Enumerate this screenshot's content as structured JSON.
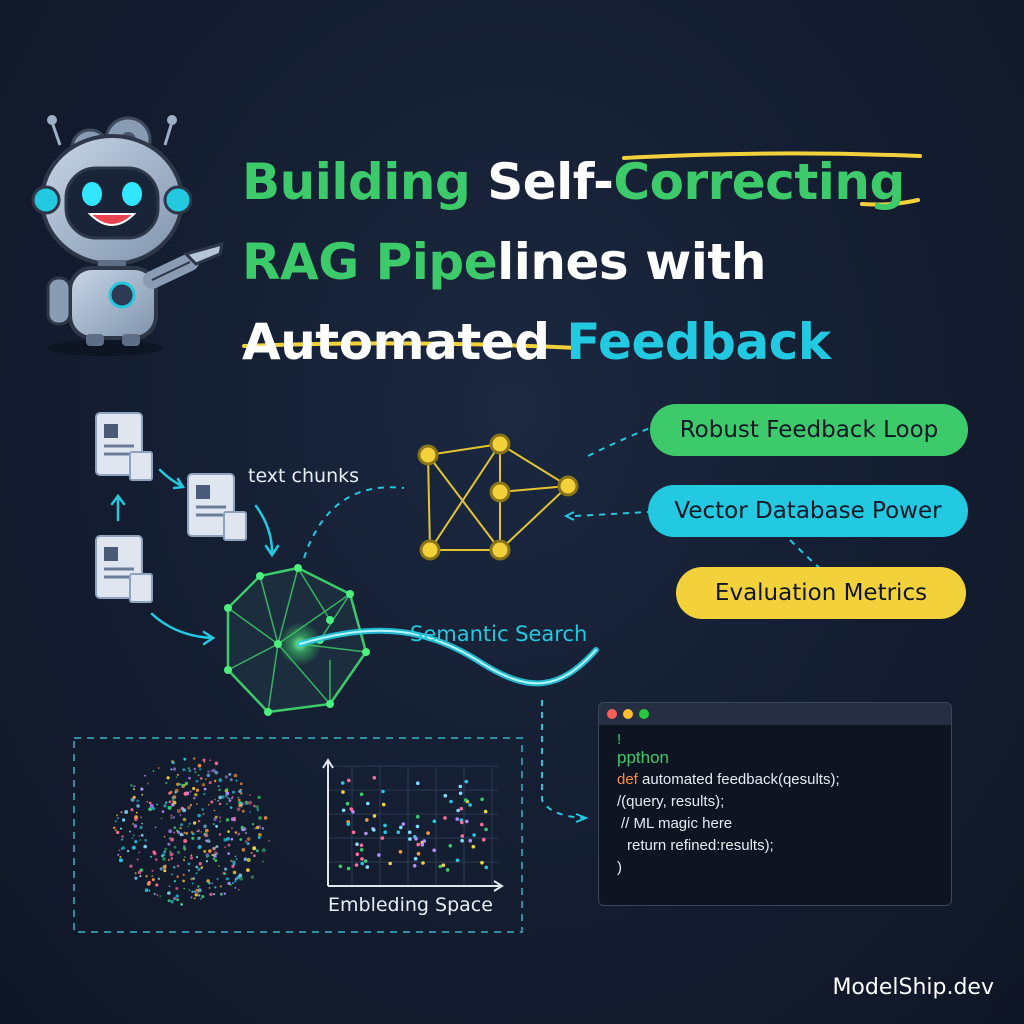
{
  "title": {
    "line1_a": "Building",
    "line1_b": " Self-",
    "line1_c": "Correcting",
    "line2_a": "RAG Pipe",
    "line2_b": "lines with",
    "line3_a": "Automated",
    "line3_b": " Feedback"
  },
  "labels": {
    "text_chunks": "text chunks",
    "semantic_search": "Semantic Search",
    "embedding_space": "Embleding Space"
  },
  "pills": [
    {
      "label": "Robust Feedback Loop",
      "color": "#3dca6a"
    },
    {
      "label": "Vector Database Power",
      "color": "#22c9e0"
    },
    {
      "label": "Evaluation Metrics",
      "color": "#f2d13a"
    }
  ],
  "code": {
    "line0": "!",
    "line1": "ppthon",
    "line2_kw": "def",
    "line2_rest": " automated feedback(qesults);",
    "line3": "/(query, results);",
    "line4": "// ML magic here",
    "line5": "return refined:results);",
    "line6": ")"
  },
  "footer": "ModelShip.dev",
  "colors": {
    "green": "#3dca6a",
    "cyan": "#22c9e0",
    "yellow": "#f2d13a",
    "background": "#141d30"
  },
  "icons": [
    "robot-mascot-icon",
    "document-icon",
    "network-graph-icon",
    "polyhedron-icon",
    "scatter-chart-icon",
    "code-window-icon"
  ]
}
